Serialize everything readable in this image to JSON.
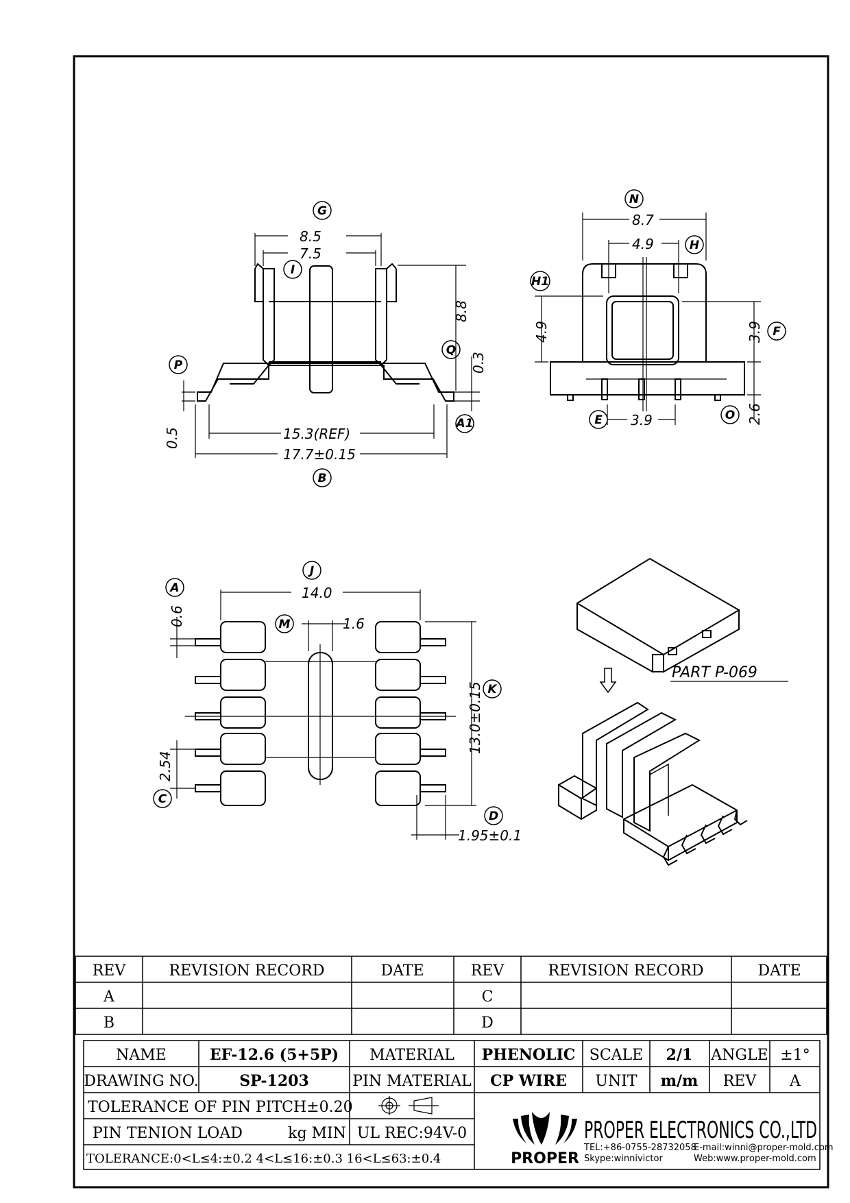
{
  "views": {
    "front": {
      "dims": {
        "g": "8.5",
        "i": "7.5",
        "height": "8.8",
        "q": "0.3",
        "p": "0.5",
        "ref": "15.3(REF)",
        "b": "17.7±0.15"
      },
      "labels": {
        "g": "G",
        "i": "I",
        "q": "Q",
        "p": "P",
        "a1": "A1",
        "b": "B"
      }
    },
    "side": {
      "dims": {
        "n": "8.7",
        "h": "4.9",
        "h1": "4.9",
        "f": "3.9",
        "e": "3.9",
        "o": "2.6"
      },
      "labels": {
        "n": "N",
        "h": "H",
        "h1": "H1",
        "f": "F",
        "e": "E",
        "o": "O"
      }
    },
    "bottom": {
      "dims": {
        "j": "14.0",
        "m": "1.6",
        "a": "0.6",
        "k": "13.0±0.15",
        "c": "2.54",
        "d": "1.95±0.1"
      },
      "labels": {
        "j": "J",
        "m": "M",
        "a": "A",
        "k": "K",
        "c": "C",
        "d": "D"
      }
    },
    "iso": {
      "part_label": "PART P-069"
    }
  },
  "revision_table": {
    "headers": [
      "REV",
      "REVISION RECORD",
      "DATE",
      "REV",
      "REVISION RECORD",
      "DATE"
    ],
    "rows": [
      [
        "A",
        "",
        "",
        "C",
        "",
        ""
      ],
      [
        "B",
        "",
        "",
        "D",
        "",
        ""
      ]
    ]
  },
  "title_block": {
    "name_label": "NAME",
    "name_value": "EF-12.6 (5+5P)",
    "material_label": "MATERIAL",
    "material_value": "PHENOLIC",
    "scale_label": "SCALE",
    "scale_value": "2/1",
    "angle_label": "ANGLE",
    "angle_value": "±1°",
    "drawing_no_label": "DRAWING NO.",
    "drawing_no_value": "SP-1203",
    "pin_material_label": "PIN MATERIAL",
    "pin_material_value": "CP WIRE",
    "unit_label": "UNIT",
    "unit_value": "m/m",
    "rev_label": "REV",
    "rev_value": "A",
    "pin_pitch_tolerance": "TOLERANCE OF PIN PITCH±0.20",
    "pin_tension_label": "PIN TENION LOAD",
    "pin_tension_unit": "kg MIN",
    "ul_rec": "UL REC:94V-0",
    "general_tolerance": "TOLERANCE:0<L≤4:±0.2  4<L≤16:±0.3  16<L≤63:±0.4"
  },
  "company": {
    "logo_text": "PROPER",
    "name": "PROPER ELECTRONICS CO.,LTD",
    "tel": "TEL:+86-0755-28732058",
    "email": "E-mail:winni@proper-mold.com",
    "skype": "Skype:winnivictor",
    "web": "Web:www.proper-mold.com"
  }
}
